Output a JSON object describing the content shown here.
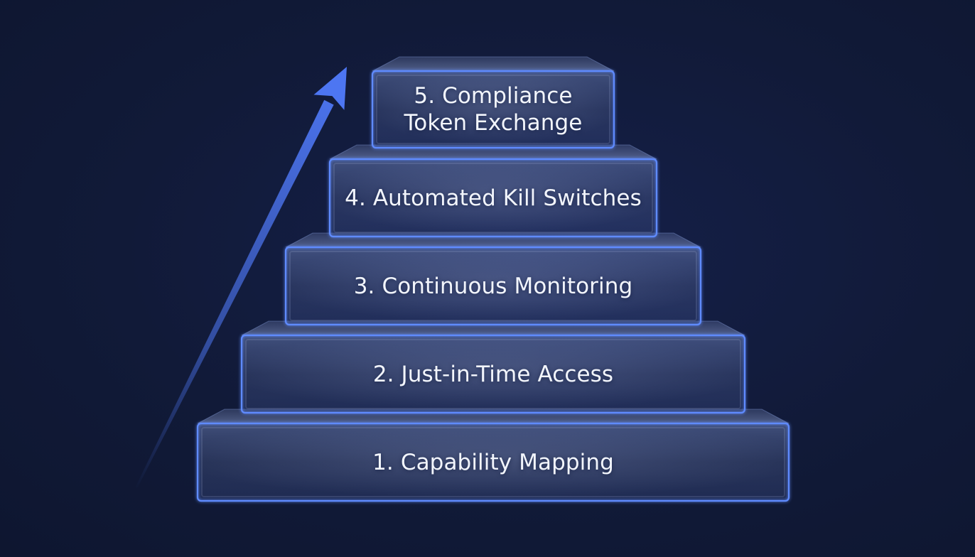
{
  "diagram": {
    "type": "stepped-pyramid",
    "accent_color": "#4d76f2",
    "edge_color": "#5f8bff",
    "tiers": [
      {
        "label": "1. Capability Mapping"
      },
      {
        "label": "2. Just-in-Time Access"
      },
      {
        "label": "3. Continuous Monitoring"
      },
      {
        "label": "4. Automated Kill Switches"
      },
      {
        "label": "5. Compliance\nToken Exchange"
      }
    ],
    "arrow": {
      "direction": "up-right",
      "icon": "ascending-arrow-icon"
    }
  }
}
